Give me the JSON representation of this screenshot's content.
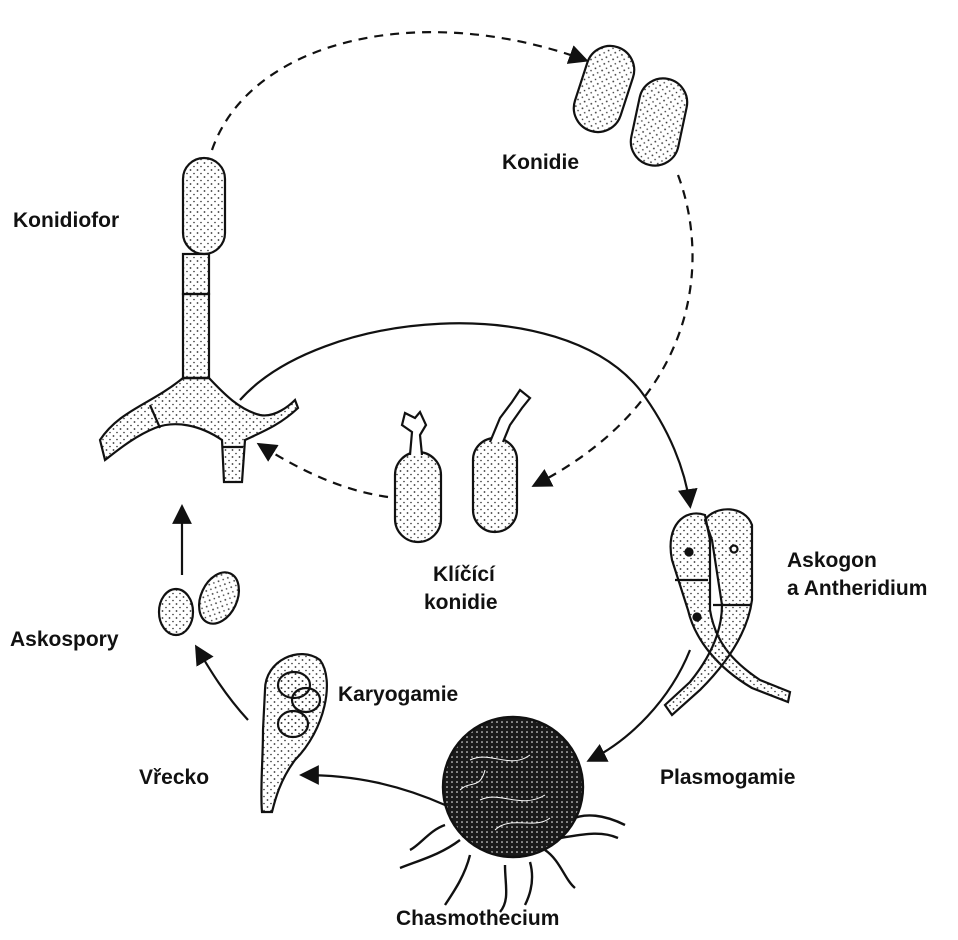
{
  "labels": {
    "konidie": "Konidie",
    "konidiofor": "Konidiofor",
    "klicici_line1": "Klíčící",
    "klicici_line2": "konidie",
    "askogon_line1": "Askogon",
    "askogon_line2": "a Antheridium",
    "askospory": "Askospory",
    "karyogamie": "Karyogamie",
    "vrecko": "Vřecko",
    "plasmogamie": "Plasmogamie",
    "chasmothecium": "Chasmothecium"
  },
  "colors": {
    "ink": "#111111",
    "background": "#ffffff"
  }
}
